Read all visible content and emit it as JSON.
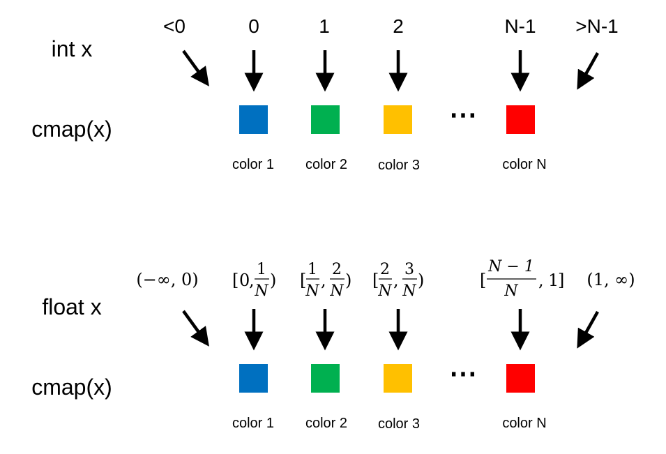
{
  "sections": [
    {
      "row_label": "int x",
      "output_label": "cmap(x)",
      "inputs": [
        {
          "kind": "text",
          "text": "<0"
        },
        {
          "kind": "text",
          "text": "0"
        },
        {
          "kind": "text",
          "text": "1"
        },
        {
          "kind": "text",
          "text": "2"
        },
        {
          "kind": "text",
          "text": "N-1"
        },
        {
          "kind": "text",
          "text": ">N-1"
        }
      ]
    },
    {
      "row_label": "float x",
      "output_label": "cmap(x)",
      "inputs": [
        {
          "kind": "interval",
          "text": "(−∞, 0)"
        },
        {
          "kind": "frac",
          "open": "[",
          "left": "0",
          "right_num": "1",
          "right_den": "N",
          "close": ")"
        },
        {
          "kind": "fracfrac",
          "open": "[",
          "left_num": "1",
          "left_den": "N",
          "right_num": "2",
          "right_den": "N",
          "close": ")"
        },
        {
          "kind": "fracfrac",
          "open": "[",
          "left_num": "2",
          "left_den": "N",
          "right_num": "3",
          "right_den": "N",
          "close": ")"
        },
        {
          "kind": "fracleft",
          "open": "[",
          "left_num": "N − 1",
          "left_den": "N",
          "right": "1",
          "close": "]"
        },
        {
          "kind": "interval",
          "text": "(1, ∞)"
        }
      ]
    }
  ],
  "swatches": [
    {
      "label": "color 1",
      "color": "#0070C0"
    },
    {
      "label": "color 2",
      "color": "#00B050"
    },
    {
      "label": "color 3",
      "color": "#FFC000"
    },
    {
      "label": "color N",
      "color": "#FF0000"
    }
  ],
  "ellipsis": "⋯"
}
